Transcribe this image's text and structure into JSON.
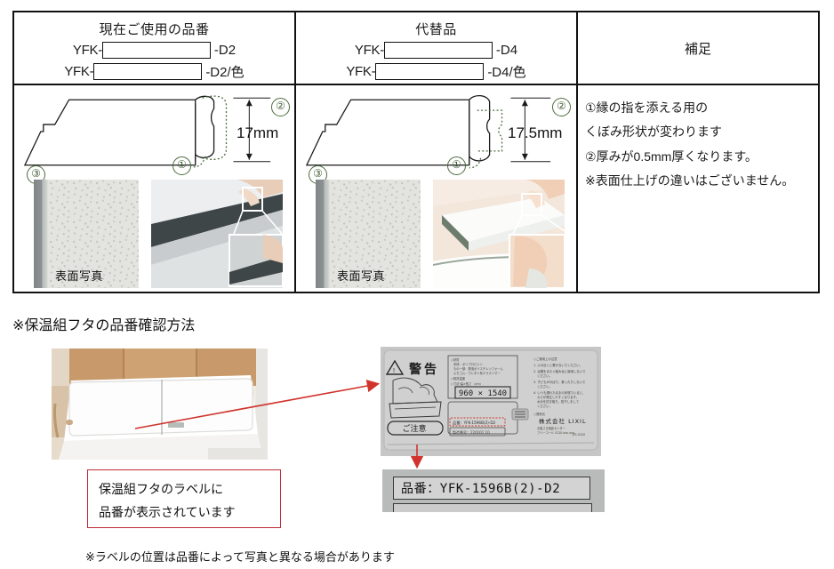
{
  "table": {
    "columns": [
      {
        "header": "現在ご使用の品番",
        "codes": [
          {
            "prefix": "YFK-",
            "value": "",
            "placeholder": "",
            "suffix": "-D2"
          },
          {
            "prefix": "YFK-",
            "value": "",
            "placeholder": "",
            "suffix": "-D2/色"
          }
        ],
        "dimension": "17mm",
        "markers": {
          "one": "①",
          "two": "②",
          "three": "③"
        },
        "photo_caption": "表面写真"
      },
      {
        "header": "代替品",
        "codes": [
          {
            "prefix": "YFK-",
            "value": "",
            "placeholder": "",
            "suffix": "-D4"
          },
          {
            "prefix": "YFK-",
            "value": "",
            "placeholder": "",
            "suffix": "-D4/色"
          }
        ],
        "dimension": "17.5mm",
        "markers": {
          "one": "①",
          "two": "②",
          "three": "③"
        },
        "photo_caption": "表面写真"
      }
    ],
    "notes_header": "補足",
    "notes": [
      "①縁の指を添える用の",
      "くぼみ形状が変わります",
      "②厚みが0.5mm厚くなります。",
      "※表面仕上げの違いはございません。"
    ]
  },
  "lower": {
    "section_title": "※保温組フタの品番確認方法",
    "label_warning_heading": "警告",
    "label_size_text": "960 × 1540",
    "label_caution_heading": "ご注意",
    "label_company": "株式会社 LIXIL",
    "part_number_label": "品番：YFK-1596B(2)-D2",
    "callout_lines": [
      "保温組フタのラベルに",
      "品番が表示されています"
    ],
    "footnote": "※ラベルの位置は品番によって写真と異なる場合があります"
  },
  "colors": {
    "border": "#111111",
    "marker_green": "#3f5c31",
    "callout_red": "#c02a34",
    "arrow_red": "#d0342c"
  }
}
